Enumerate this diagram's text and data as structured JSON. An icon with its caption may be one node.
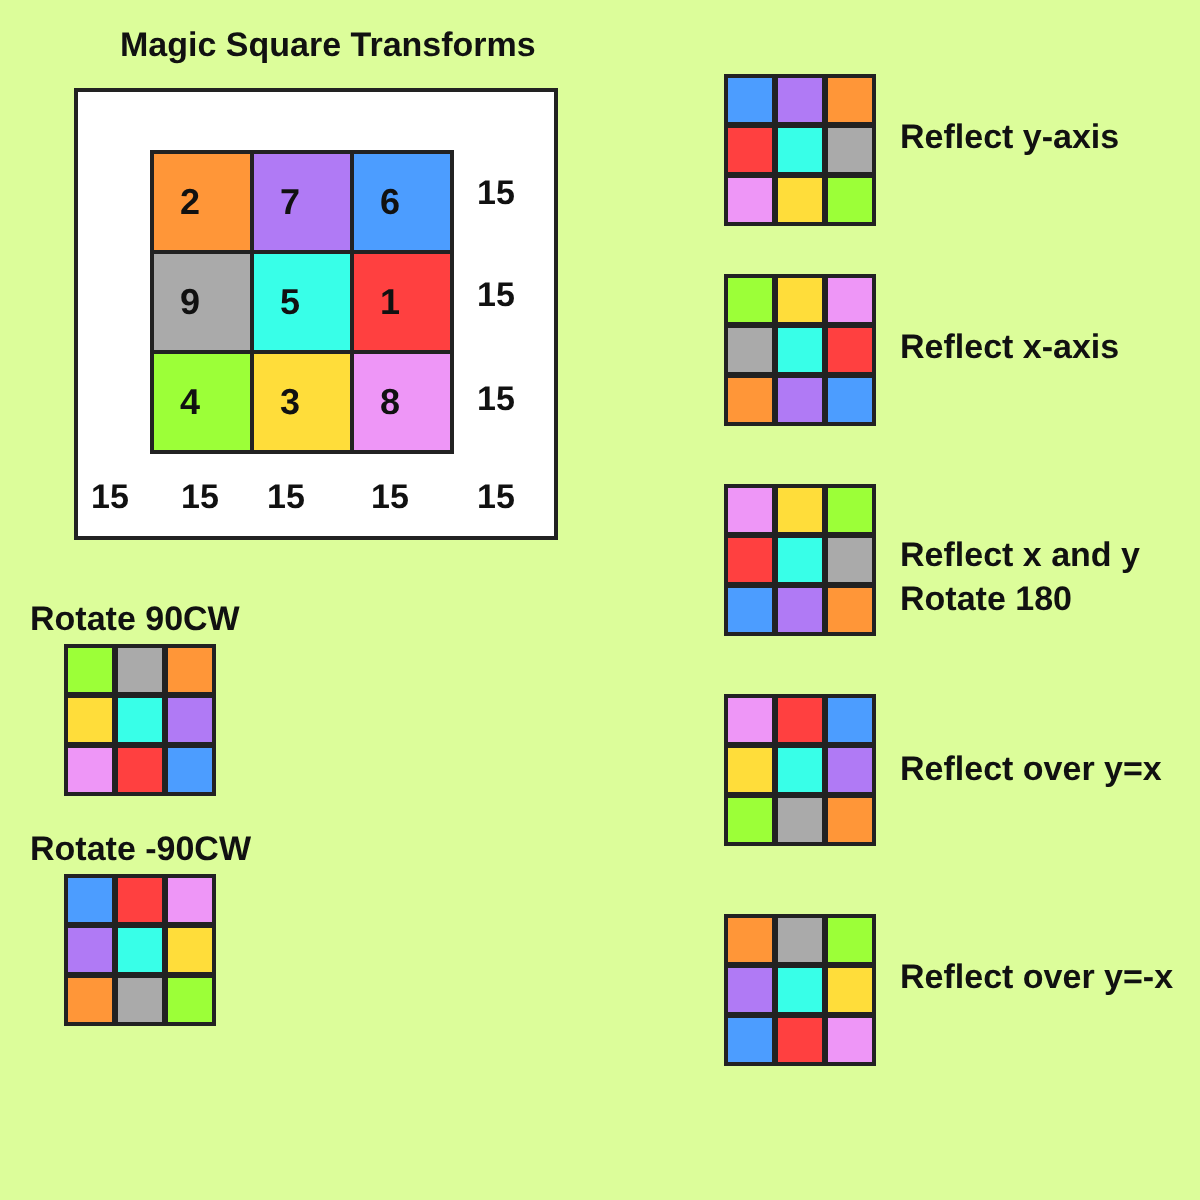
{
  "diagram": {
    "title": "Magic Square Transforms",
    "nodes": [
      {
        "text": [],
        "shape": "box"
      },
      {
        "text": [
          "2"
        ],
        "in": 0
      },
      {
        "text": [
          "7"
        ],
        "in": 0
      },
      {
        "text": [
          "6"
        ],
        "in": 0
      },
      {
        "text": [
          "9"
        ],
        "in": 0
      },
      {
        "text": [
          "5"
        ],
        "in": 0
      },
      {
        "text": [
          "1"
        ],
        "in": 0
      },
      {
        "text": [
          "4"
        ],
        "in": 0
      },
      {
        "text": [
          "3"
        ],
        "in": 0
      },
      {
        "text": [
          "8"
        ],
        "in": 0
      },
      {
        "text": [],
        "shape": "box",
        "beside": [
          "Rotate 90CW"
        ]
      },
      {
        "text": [],
        "shape": "box",
        "in": 10
      },
      {
        "text": [],
        "shape": "box",
        "in": 10
      },
      {
        "text": [],
        "shape": "box",
        "in": 10
      },
      {
        "text": [],
        "shape": "box",
        "in": 10
      },
      {
        "text": [],
        "shape": "box",
        "in": 10
      },
      {
        "text": [],
        "shape": "box",
        "in": 10
      },
      {
        "text": [],
        "shape": "box",
        "in": 10
      },
      {
        "text": [],
        "shape": "box",
        "in": 10
      },
      {
        "text": [],
        "shape": "box",
        "in": 10
      },
      {
        "text": [],
        "shape": "box",
        "beside": [
          "Rotate -90CW"
        ]
      },
      {
        "text": [],
        "shape": "box",
        "in": 20
      },
      {
        "text": [],
        "shape": "box",
        "in": 20
      },
      {
        "text": [],
        "shape": "box",
        "in": 20
      },
      {
        "text": [],
        "shape": "box",
        "in": 20
      },
      {
        "text": [],
        "shape": "box",
        "in": 20
      },
      {
        "text": [],
        "shape": "box",
        "in": 20
      },
      {
        "text": [],
        "shape": "box",
        "in": 20
      },
      {
        "text": [],
        "shape": "box",
        "in": 20
      },
      {
        "text": [],
        "shape": "box",
        "in": 20
      },
      {
        "text": [],
        "shape": "box",
        "beside": [
          "Reflect y-axis"
        ]
      },
      {
        "text": [],
        "shape": "box",
        "in": 30
      },
      {
        "text": [],
        "shape": "box",
        "in": 30
      },
      {
        "text": [],
        "shape": "box",
        "in": 30
      },
      {
        "text": [],
        "shape": "box",
        "in": 30
      },
      {
        "text": [],
        "shape": "box",
        "in": 30
      },
      {
        "text": [],
        "shape": "box",
        "in": 30
      },
      {
        "text": [],
        "shape": "box",
        "in": 30
      },
      {
        "text": [],
        "shape": "box",
        "in": 30
      },
      {
        "text": [],
        "shape": "box",
        "in": 30
      },
      {
        "text": [],
        "shape": "box",
        "beside": [
          "Reflect x-axis"
        ]
      },
      {
        "text": [],
        "shape": "box",
        "in": 40
      },
      {
        "text": [],
        "shape": "box",
        "in": 40
      },
      {
        "text": [],
        "shape": "box",
        "in": 40
      },
      {
        "text": [],
        "shape": "box",
        "in": 40
      },
      {
        "text": [],
        "shape": "box",
        "in": 40
      },
      {
        "text": [],
        "shape": "box",
        "in": 40
      },
      {
        "text": [],
        "shape": "box",
        "in": 40
      },
      {
        "text": [],
        "shape": "box",
        "in": 40
      },
      {
        "text": [],
        "shape": "box",
        "in": 40
      },
      {
        "text": [],
        "shape": "box",
        "beside": [
          "Reflect x and y",
          "Rotate 180"
        ]
      },
      {
        "text": [],
        "shape": "box",
        "in": 50
      },
      {
        "text": [],
        "shape": "box",
        "in": 50
      },
      {
        "text": [],
        "shape": "box",
        "in": 50
      },
      {
        "text": [],
        "shape": "box",
        "in": 50
      },
      {
        "text": [],
        "shape": "box",
        "in": 50
      },
      {
        "text": [],
        "shape": "box",
        "in": 50
      },
      {
        "text": [],
        "shape": "box",
        "in": 50
      },
      {
        "text": [],
        "shape": "box",
        "in": 50
      },
      {
        "text": [],
        "shape": "box",
        "in": 50
      },
      {
        "text": [],
        "shape": "box",
        "beside": [
          "Reflect over y=x"
        ]
      },
      {
        "text": [],
        "shape": "box",
        "in": 60
      },
      {
        "text": [],
        "shape": "box",
        "in": 60
      },
      {
        "text": [],
        "shape": "box",
        "in": 60
      },
      {
        "text": [],
        "shape": "box",
        "in": 60
      },
      {
        "text": [],
        "shape": "box",
        "in": 60
      },
      {
        "text": [],
        "shape": "box",
        "in": 60
      },
      {
        "text": [],
        "shape": "box",
        "in": 60
      },
      {
        "text": [],
        "shape": "box",
        "in": 60
      },
      {
        "text": [],
        "shape": "box",
        "in": 60
      },
      {
        "text": [],
        "shape": "box",
        "beside": [
          "Reflect over y=-x"
        ]
      },
      {
        "text": [],
        "shape": "box",
        "in": 70
      },
      {
        "text": [],
        "shape": "box",
        "in": 70
      },
      {
        "text": [],
        "shape": "box",
        "in": 70
      },
      {
        "text": [],
        "shape": "box",
        "in": 70
      },
      {
        "text": [],
        "shape": "box",
        "in": 70
      },
      {
        "text": [],
        "shape": "box",
        "in": 70
      },
      {
        "text": [],
        "shape": "box",
        "in": 70
      },
      {
        "text": [],
        "shape": "box",
        "in": 70
      },
      {
        "text": [],
        "shape": "box",
        "in": 70
      }
    ],
    "labels": [
      "15",
      "15",
      "15",
      "15",
      "15",
      "15",
      "15",
      "15"
    ]
  }
}
